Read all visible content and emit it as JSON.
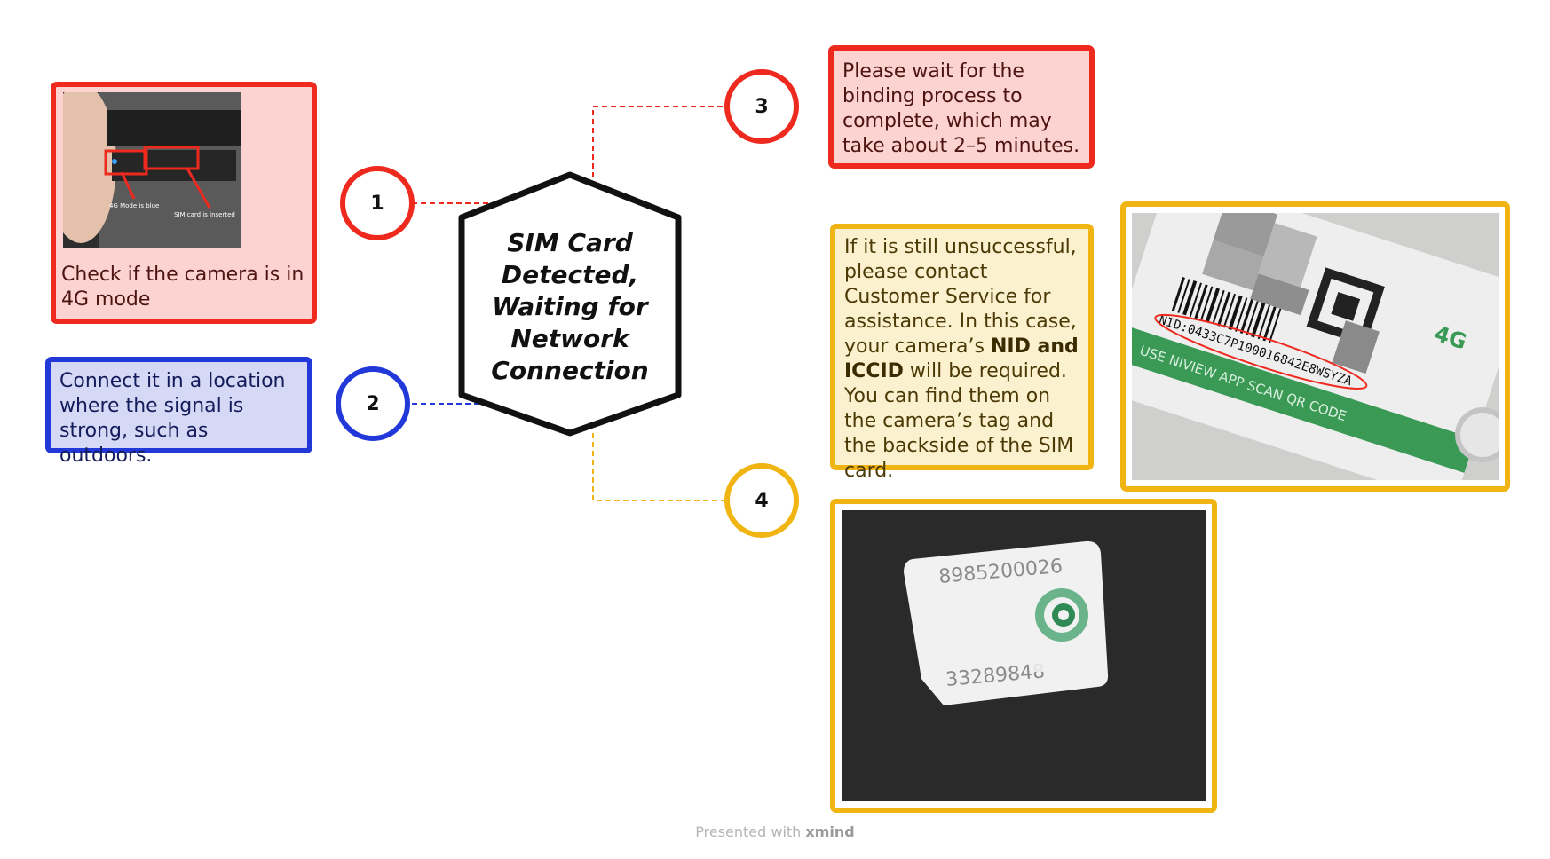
{
  "central_topic": {
    "lines": [
      "SIM Card",
      "Detected,",
      "Waiting for",
      "Network",
      "Connection"
    ]
  },
  "branches": [
    {
      "number": "1",
      "text": "Check if the camera is in 4G mode",
      "photo_labels": {
        "mode_caption": "4G Mode is blue",
        "sim_caption": "SIM card is inserted"
      }
    },
    {
      "number": "2",
      "text": "Connect it in a location where the signal is strong, such as outdoors."
    },
    {
      "number": "3",
      "text": "Please wait for the binding process to complete, which may take about 2–5 minutes."
    },
    {
      "number": "4",
      "text_before": "If it is still unsuccessful, please contact Customer Service for assistance. In this case, your camera’s ",
      "text_bold": "NID and ICCID",
      "text_after": " will be required. You can find them on the camera’s tag and the backside of the SIM card.",
      "tag_photo_text": {
        "nid": "NID:0433C7P100016842E8WSYZA",
        "footer": "USE NIVIEW APP SCAN QR CODE",
        "logo": "4G"
      },
      "sim_photo_text": {
        "top_number": "8985200026",
        "bottom_number": "33289848"
      }
    }
  ],
  "colors": {
    "red": "#ee2a1f",
    "blue": "#2238d9",
    "yellow": "#f0b512"
  },
  "footer": {
    "prefix": "Presented with",
    "brand": "xmind"
  }
}
